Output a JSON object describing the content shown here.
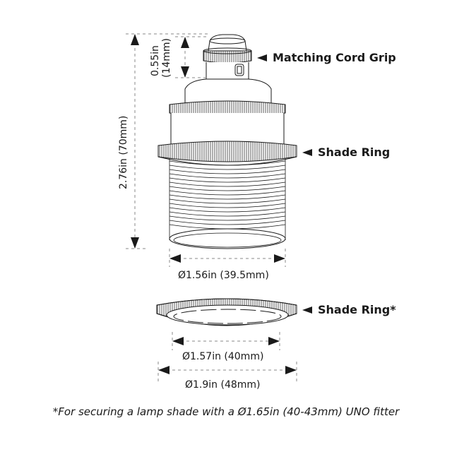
{
  "labels": {
    "cord_grip": "Matching Cord Grip",
    "shade_ring": "Shade Ring",
    "shade_ring_loose": "Shade Ring*"
  },
  "dimensions": {
    "total_height": "2.76in (70mm)",
    "cord_grip_height_in": "0.55in",
    "cord_grip_height_mm": "(14mm)",
    "thread_diameter": "Ø1.56in (39.5mm)",
    "ring_inner_diameter": "Ø1.57in (40mm)",
    "ring_outer_diameter": "Ø1.9in (48mm)"
  },
  "footnote": "*For securing a lamp shade with a Ø1.65in (40-43mm) UNO fitter",
  "colors": {
    "line": "#1a1a1a",
    "dash": "#8a8a8a",
    "background": "#ffffff"
  }
}
